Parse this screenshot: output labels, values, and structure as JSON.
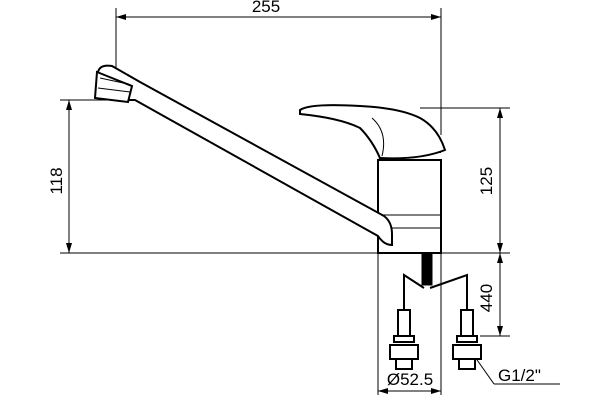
{
  "dimensions": {
    "overall_width": "255",
    "spout_height": "118",
    "body_height": "125",
    "hose_length": "440",
    "base_diameter": "Ø52.5",
    "thread": "G1/2\""
  }
}
